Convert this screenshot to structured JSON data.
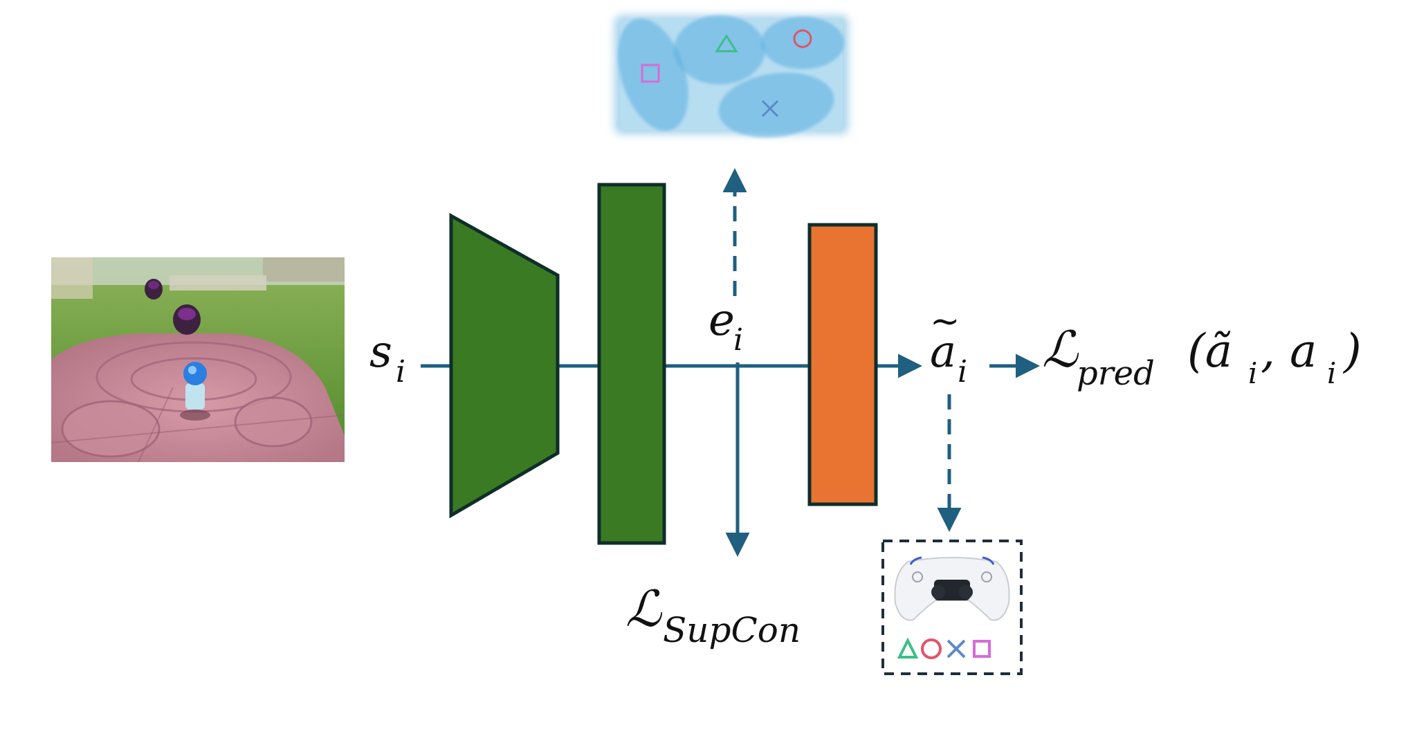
{
  "labels": {
    "state": "s",
    "state_sub": "i",
    "embedding": "e",
    "embedding_sub": "i",
    "pred_action": "a",
    "pred_action_tilde": "~",
    "pred_action_sub": "i",
    "loss_pred": "ℒ",
    "loss_pred_sub": "pred",
    "loss_pred_args": "(ã",
    "loss_pred_args_sub1": "i",
    "loss_pred_args_mid": ", a",
    "loss_pred_args_sub2": "i",
    "loss_pred_close": ")",
    "loss_supcon": "ℒ",
    "loss_supcon_sub": "SupCon",
    "cluster_symbols": [
      "△",
      "○",
      "□",
      "×"
    ],
    "controller_buttons": [
      "△",
      "○",
      "×",
      "□"
    ]
  },
  "colors": {
    "line": "#1f5f80",
    "encoder_green": "#3a7a22",
    "block_outline": "#0f2e2a",
    "head_orange": "#e97331",
    "cluster_fill": "#a9d4ec",
    "cluster_blob": "#5aaee0",
    "triangle": "#3bbf8a",
    "circle": "#e0546a",
    "cross": "#5a8ac6",
    "square": "#d86bd6"
  }
}
